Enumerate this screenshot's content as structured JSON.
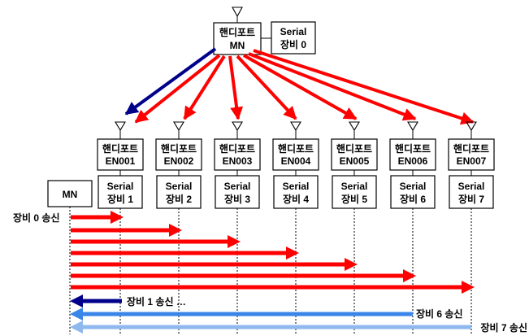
{
  "colors": {
    "red": "#ff0000",
    "dark_blue": "#00008b",
    "blue": "#3a86e8",
    "light_blue": "#8fb8ee"
  },
  "master": {
    "line1": "핸디포트",
    "line2": "MN",
    "serial_line1": "Serial",
    "serial_line2": "장비 0"
  },
  "nodes": [
    {
      "line1": "핸디포트",
      "line2": "EN001",
      "serial_line1": "Serial",
      "serial_line2": "장비 1"
    },
    {
      "line1": "핸디포트",
      "line2": "EN002",
      "serial_line1": "Serial",
      "serial_line2": "장비 2"
    },
    {
      "line1": "핸디포트",
      "line2": "EN003",
      "serial_line1": "Serial",
      "serial_line2": "장비 3"
    },
    {
      "line1": "핸디포트",
      "line2": "EN004",
      "serial_line1": "Serial",
      "serial_line2": "장비 4"
    },
    {
      "line1": "핸디포트",
      "line2": "EN005",
      "serial_line1": "Serial",
      "serial_line2": "장비 5"
    },
    {
      "line1": "핸디포트",
      "line2": "EN006",
      "serial_line1": "Serial",
      "serial_line2": "장비 6"
    },
    {
      "line1": "핸디포트",
      "line2": "EN007",
      "serial_line1": "Serial",
      "serial_line2": "장비 7"
    }
  ],
  "timeline": {
    "mn_label": "MN",
    "tx0_label": "장비 0 송신",
    "tx1_label": "장비 1 송신 …",
    "tx6_label": "장비 6 송신",
    "tx7_label": "장비 7 송신"
  }
}
